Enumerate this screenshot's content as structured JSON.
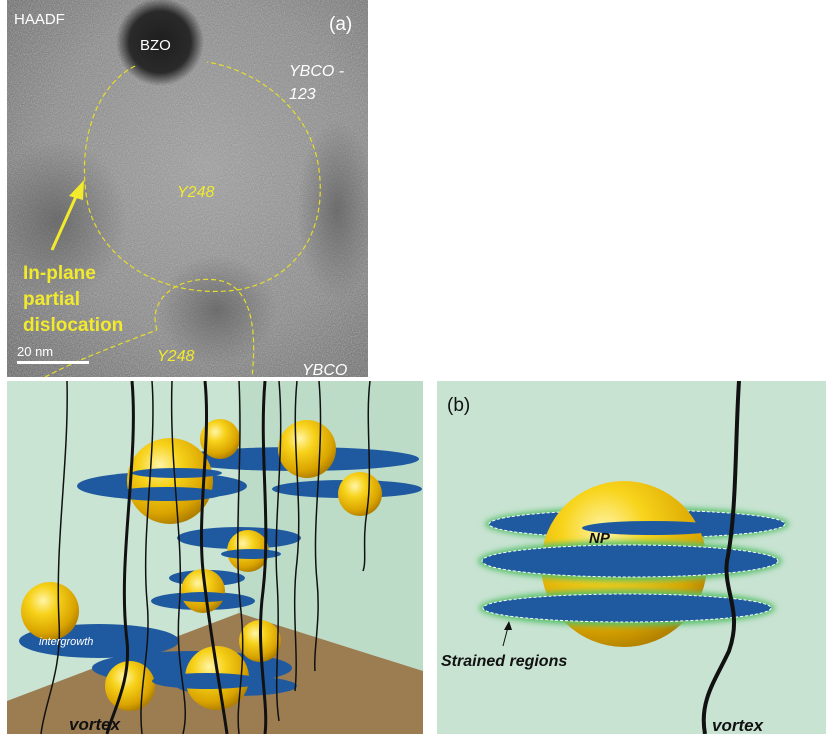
{
  "panel_a": {
    "corner_label": "HAADF",
    "panel_label": "(a)",
    "particle_label": "BZO",
    "matrix_label_line1": "YBCO -",
    "matrix_label_line2": "123",
    "region_label_upper": "Y248",
    "region_label_lower": "Y248",
    "arrow_label_line1": "In-plane",
    "arrow_label_line2": "partial",
    "arrow_label_line3": "dislocation",
    "scale_bar_label": "20 nm",
    "bottom_label": "YBCO"
  },
  "panel_3d": {
    "intergrowth_label": "intergrowth",
    "vortex_label": "vortex"
  },
  "panel_b": {
    "panel_label": "(b)",
    "np_label": "NP",
    "strained_label": "Strained regions",
    "vortex_label": "vortex"
  },
  "colors": {
    "background_green": "#c8e3d2",
    "floor_brown": "#9c7c51",
    "nanoparticle_yellow": "#f5c800",
    "intergrowth_blue": "#1f5aa0",
    "label_yellow": "#f2ea2c",
    "strain_glow": "#59c06a"
  }
}
